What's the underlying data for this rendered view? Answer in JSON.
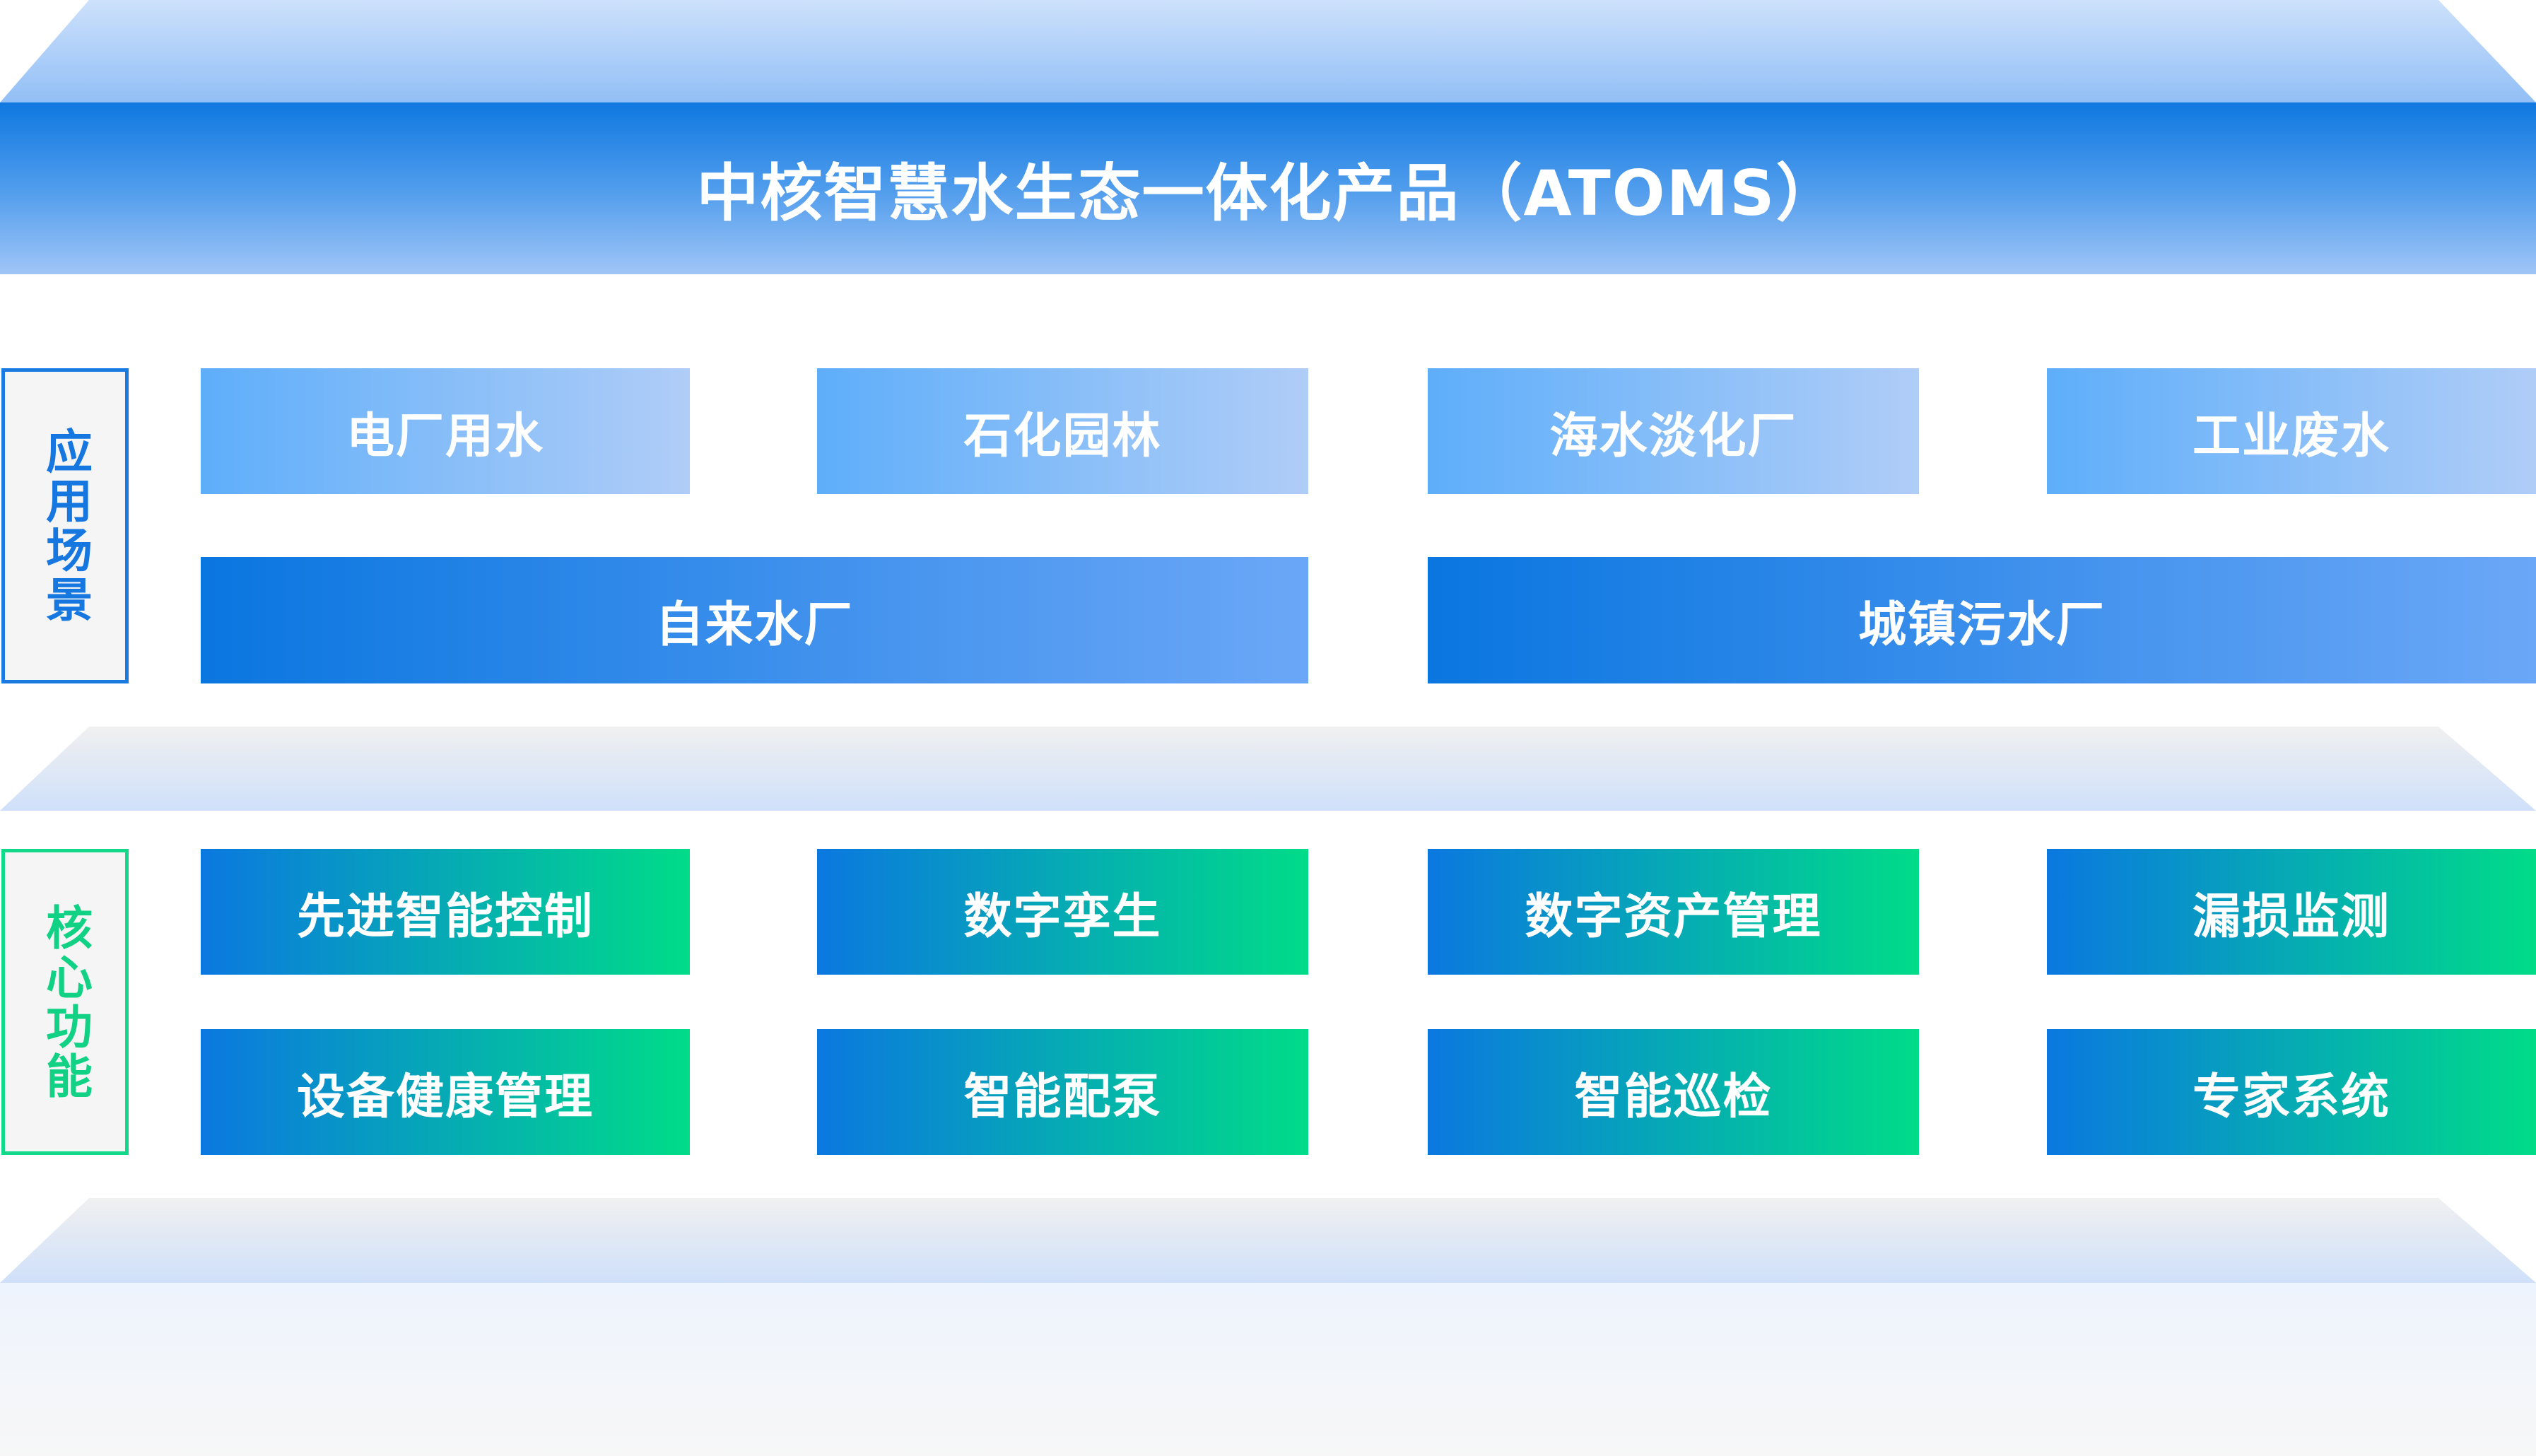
{
  "title": "中核智慧水生态一体化产品（ATOMS）",
  "scenarios": {
    "label": "应用场景",
    "row1": [
      "电厂用水",
      "石化园林",
      "海水淡化厂",
      "工业废水"
    ],
    "row2": [
      "自来水厂",
      "城镇污水厂"
    ]
  },
  "core": {
    "label": "核心功能",
    "row1": [
      "先进智能控制",
      "数字孪生",
      "数字资产管理",
      "漏损监测"
    ],
    "row2": [
      "设备健康管理",
      "智能配泵",
      "智能巡检",
      "专家系统"
    ]
  },
  "colors": {
    "scenario_accent": "#1677e0",
    "core_accent": "#10d184"
  }
}
